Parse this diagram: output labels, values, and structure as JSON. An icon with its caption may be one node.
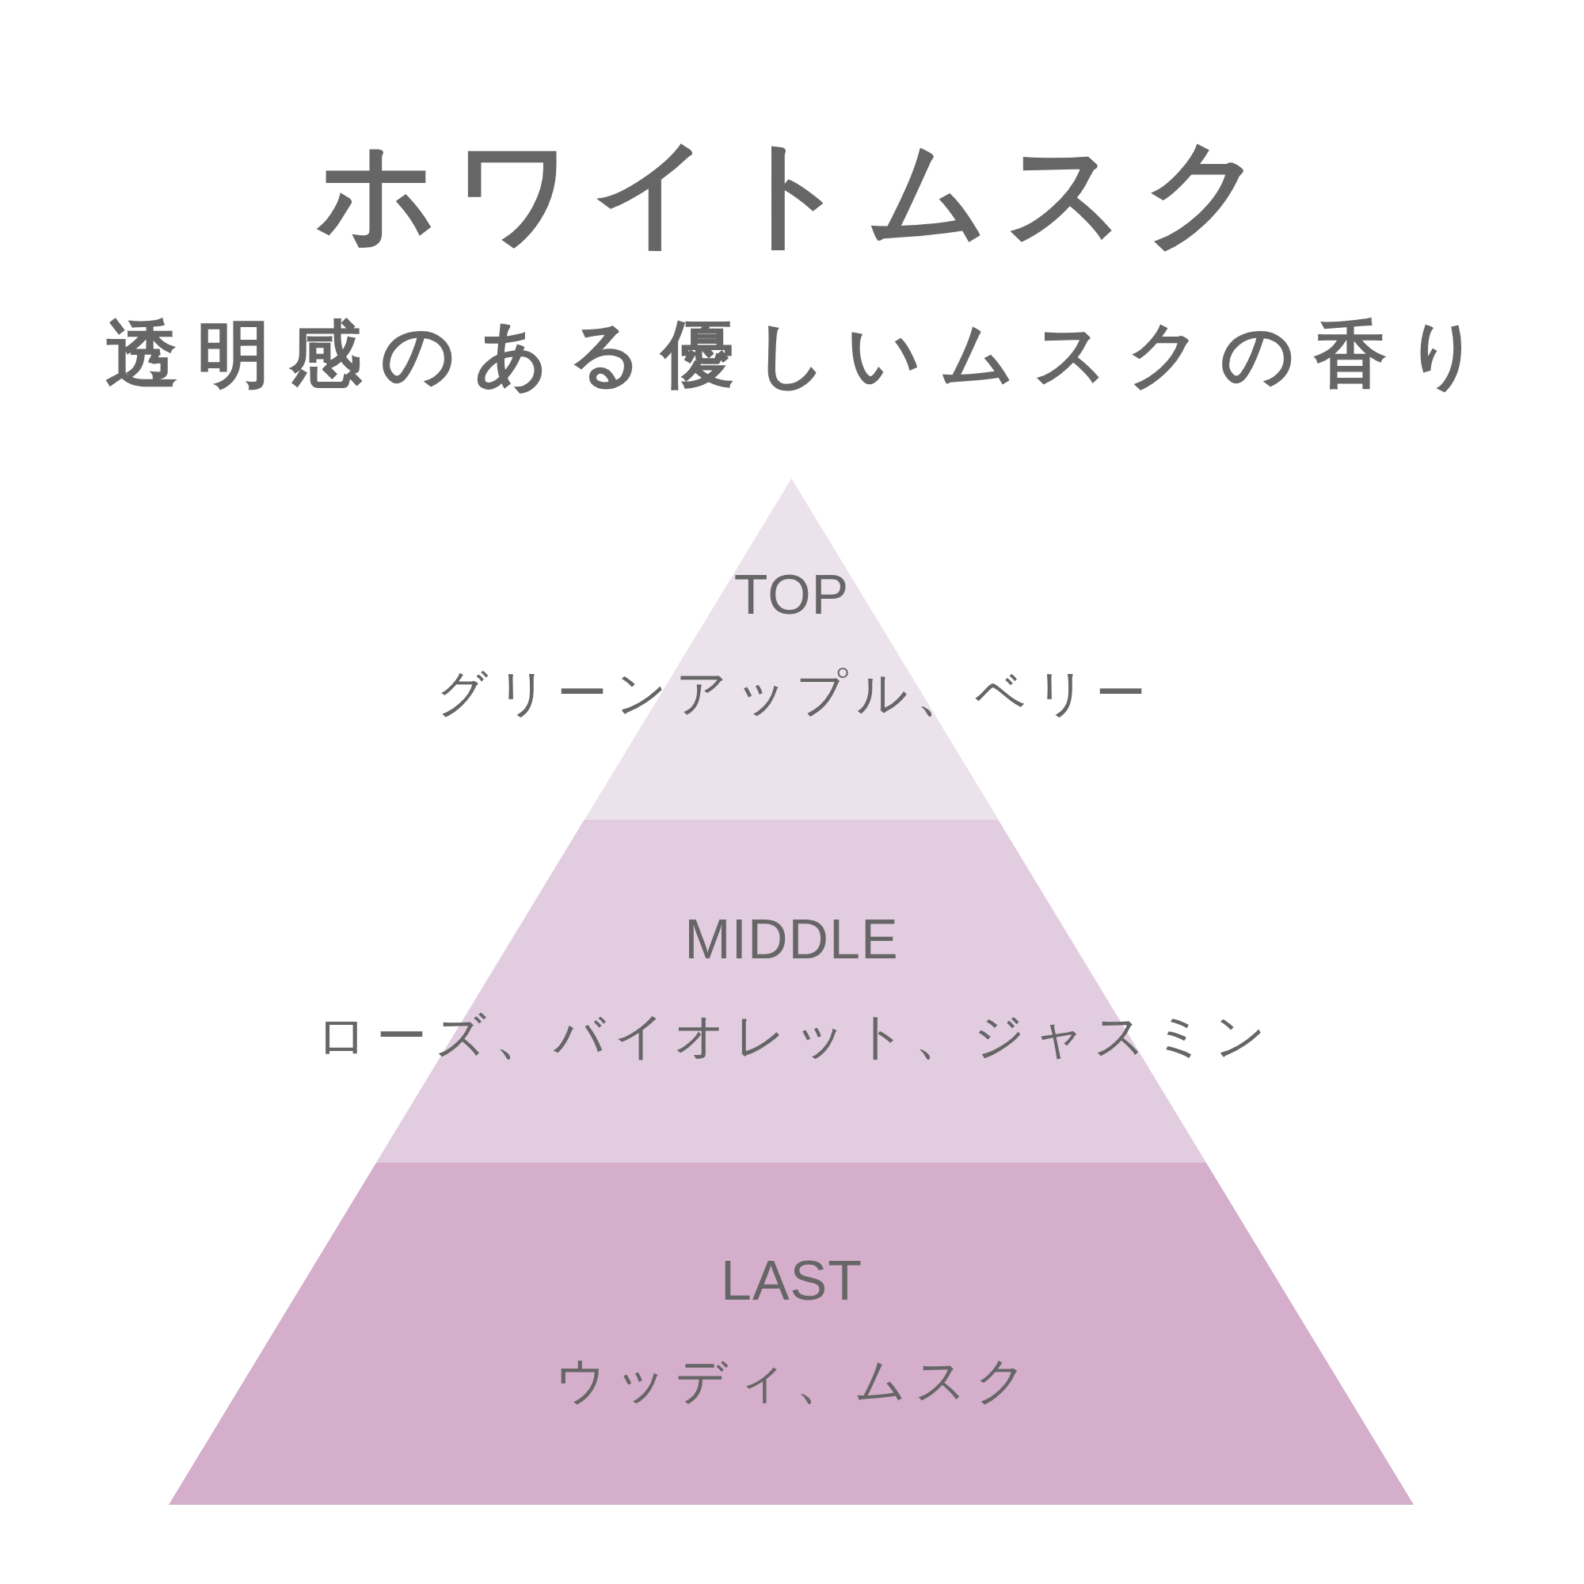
{
  "diagram": {
    "title": "ホワイトムスク",
    "nodes": [
      {
        "text": [
          "TOP",
          "グリーンアップル、ベリー"
        ]
      },
      {
        "text": [
          "MIDDLE",
          "ローズ、バイオレット、ジャスミン"
        ]
      },
      {
        "text": [
          "LAST",
          "ウッディ、ムスク"
        ]
      }
    ],
    "labels": [
      "透明感のある優しいムスクの香り"
    ]
  }
}
